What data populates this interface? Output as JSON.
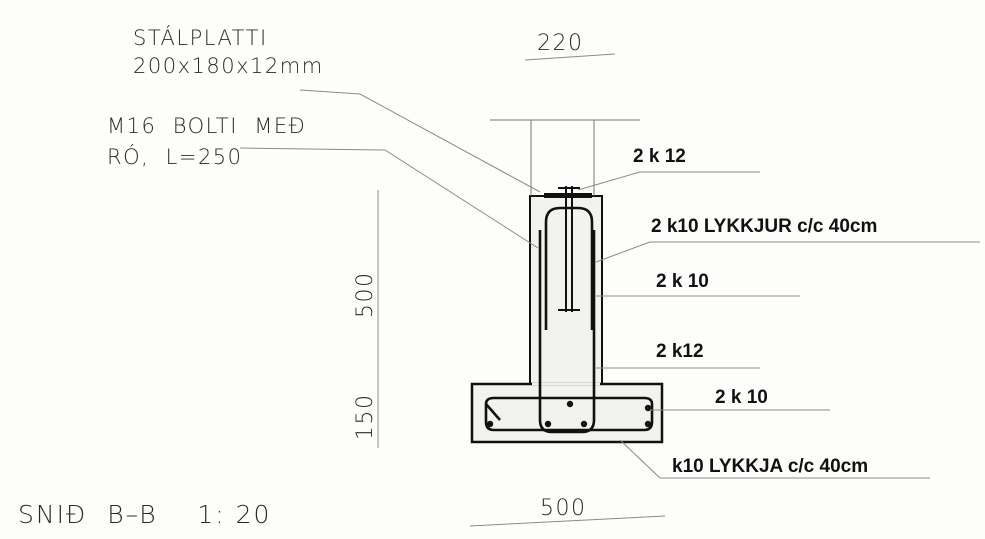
{
  "callouts": {
    "plate_line1": "STÁLPLATTI",
    "plate_line2": "200x180x12mm",
    "bolt_line1": "M16  BOLTI  MEÐ",
    "bolt_line2": "RÓ,  L=250"
  },
  "dimensions": {
    "top_width": "220",
    "wall_height": "500",
    "footing_height": "150",
    "bottom_width": "500"
  },
  "rebar_labels": {
    "top_bars": "2 k 12",
    "stirrups": "2 k10 LYKKJUR c/c 40cm",
    "wall_bars": "2 k 10",
    "footing_top_bars": "2 k12",
    "footing_bars": "2 k 10",
    "footing_loop": "k10 LYKKJA c/c 40cm"
  },
  "section_title": "SNIÐ  B–B    1: 20",
  "colors": {
    "ink": "#111111",
    "light_line": "#9a9a9a",
    "concrete_fill": "#f2f2ee"
  }
}
